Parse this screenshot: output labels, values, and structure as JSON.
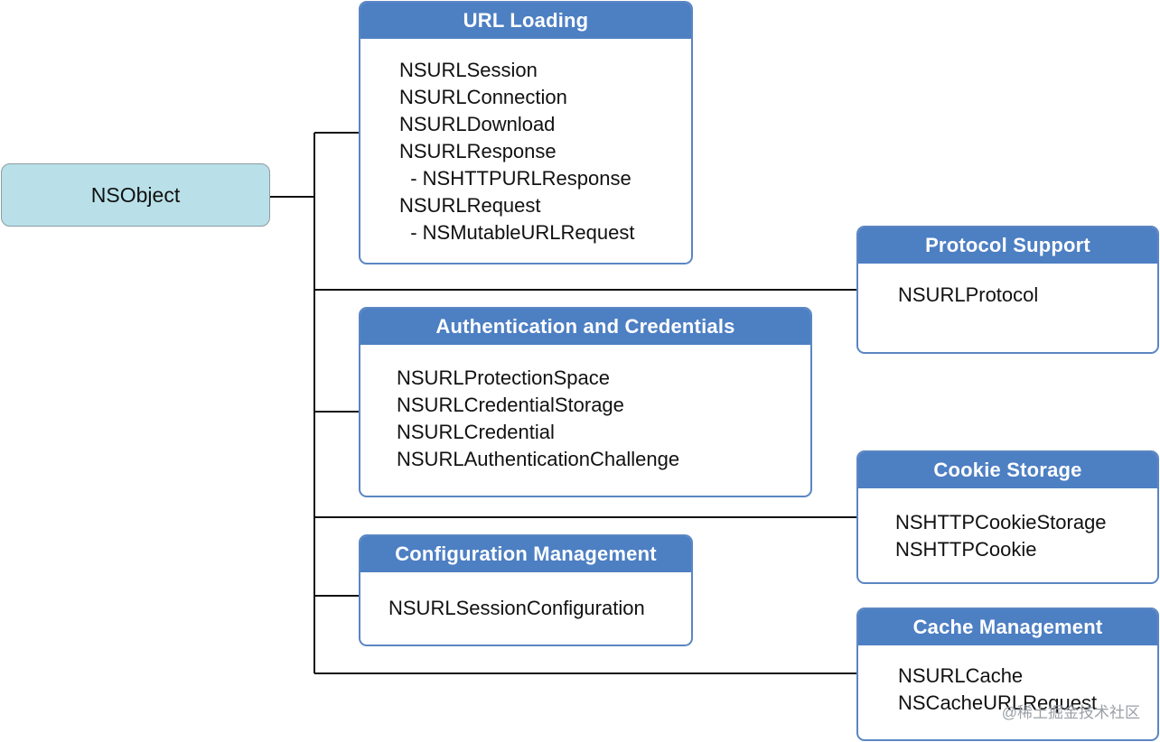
{
  "root": {
    "label": "NSObject"
  },
  "groups": {
    "url_loading": {
      "title": "URL Loading",
      "items": [
        "NSURLSession",
        "NSURLConnection",
        "NSURLDownload",
        "NSURLResponse",
        "  - NSHTTPURLResponse",
        "NSURLRequest",
        "  - NSMutableURLRequest"
      ]
    },
    "authentication": {
      "title": "Authentication and Credentials",
      "items": [
        "NSURLProtectionSpace",
        "NSURLCredentialStorage",
        "NSURLCredential",
        "NSURLAuthenticationChallenge"
      ]
    },
    "configuration": {
      "title": "Configuration Management",
      "items": [
        "NSURLSessionConfiguration"
      ]
    },
    "protocol": {
      "title": "Protocol Support",
      "items": [
        "NSURLProtocol"
      ]
    },
    "cookie": {
      "title": "Cookie Storage",
      "items": [
        "NSHTTPCookieStorage",
        "NSHTTPCookie"
      ]
    },
    "cache": {
      "title": "Cache Management",
      "items": [
        "NSURLCache",
        "NSCacheURLRequest"
      ]
    }
  },
  "watermark": "@稀土掘金技术社区",
  "colors": {
    "header": "#4d7fc3",
    "root_fill": "#b9e0e9",
    "border": "#5b86c2"
  }
}
